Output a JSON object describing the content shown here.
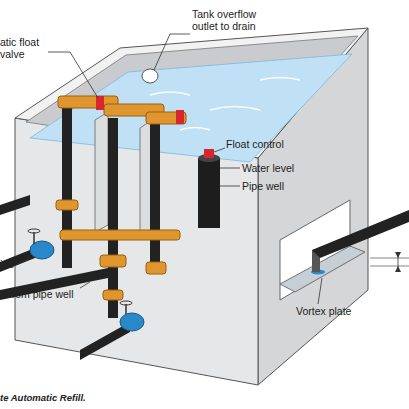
{
  "diagram": {
    "caption": "te Automatic Refill.",
    "labels": [
      "Tank overflow outlet to drain",
      "atic float valve",
      "Float control",
      "Water level",
      "Pipe well",
      "Vortex plate",
      "ine",
      "n from pipe well"
    ]
  }
}
